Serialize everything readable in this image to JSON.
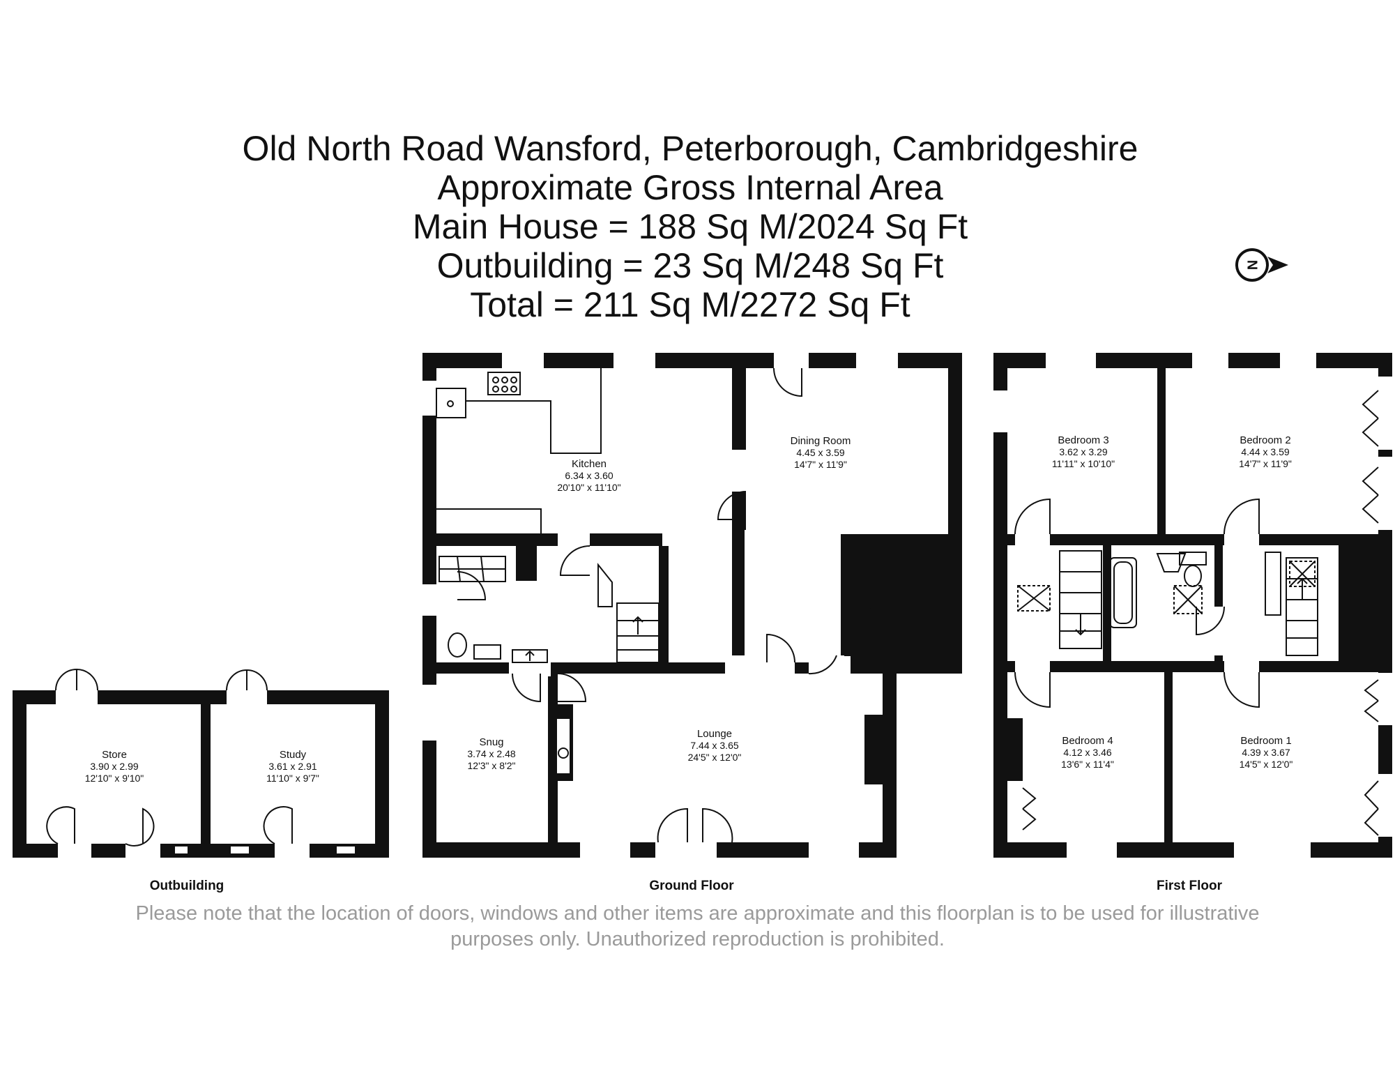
{
  "header": {
    "line1": "Old North Road Wansford, Peterborough, Cambridgeshire",
    "line2": "Approximate Gross Internal Area",
    "line3": "Main House = 188 Sq M/2024 Sq Ft",
    "line4": "Outbuilding = 23 Sq M/248 Sq Ft",
    "line5": "Total = 211 Sq M/2272 Sq Ft"
  },
  "compass": {
    "letter": "N",
    "icon": "north-arrow-icon"
  },
  "floors": {
    "outbuilding": "Outbuilding",
    "ground": "Ground Floor",
    "first": "First Floor"
  },
  "rooms": {
    "store": {
      "name": "Store",
      "metric": "3.90 x 2.99",
      "imperial": "12'10\" x 9'10\""
    },
    "study": {
      "name": "Study",
      "metric": "3.61 x 2.91",
      "imperial": "11'10\" x 9'7\""
    },
    "kitchen": {
      "name": "Kitchen",
      "metric": "6.34 x 3.60",
      "imperial": "20'10\" x 11'10\""
    },
    "dining": {
      "name": "Dining Room",
      "metric": "4.45 x 3.59",
      "imperial": "14'7\" x 11'9\""
    },
    "snug": {
      "name": "Snug",
      "metric": "3.74 x 2.48",
      "imperial": "12'3\" x 8'2\""
    },
    "lounge": {
      "name": "Lounge",
      "metric": "7.44 x 3.65",
      "imperial": "24'5\" x 12'0\""
    },
    "bedroom3": {
      "name": "Bedroom 3",
      "metric": "3.62 x 3.29",
      "imperial": "11'11\" x 10'10\""
    },
    "bedroom2": {
      "name": "Bedroom 2",
      "metric": "4.44 x 3.59",
      "imperial": "14'7\" x 11'9\""
    },
    "bedroom4": {
      "name": "Bedroom 4",
      "metric": "4.12 x 3.46",
      "imperial": "13'6\" x 11'4\""
    },
    "bedroom1": {
      "name": "Bedroom 1",
      "metric": "4.39 x 3.67",
      "imperial": "14'5\" x 12'0\""
    }
  },
  "disclaimer": {
    "line1": "Please note that the location of doors, windows and other items are approximate and this floorplan is to be used for illustrative",
    "line2": "purposes only. Unauthorized reproduction is prohibited."
  },
  "colors": {
    "wall": "#111111",
    "text": "#111111",
    "disclaimer": "#9a9a9a"
  }
}
